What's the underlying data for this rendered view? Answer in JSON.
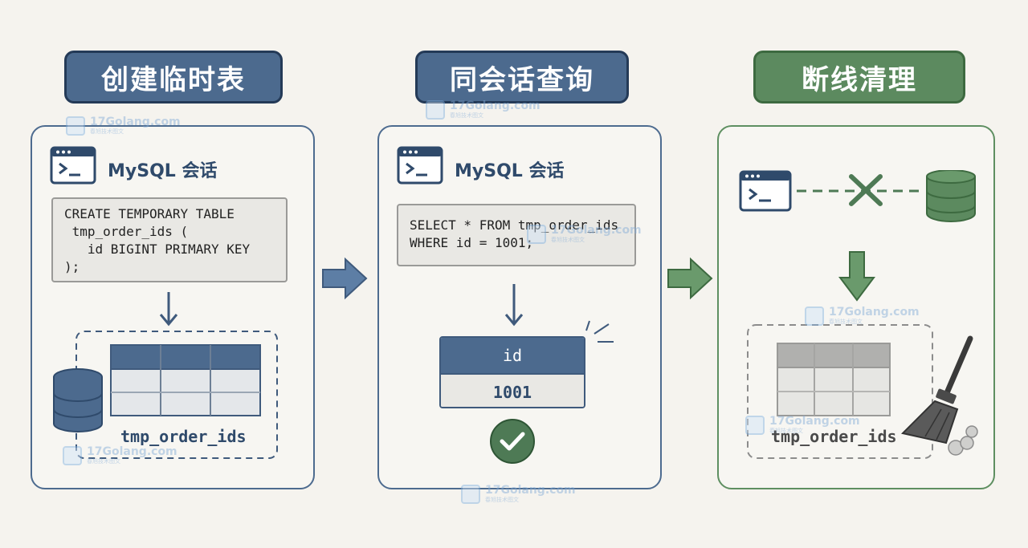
{
  "steps": [
    {
      "title": "创建临时表",
      "session_label": "MySQL 会话",
      "code": "CREATE TEMPORARY TABLE\n tmp_order_ids (\n   id BIGINT PRIMARY KEY\n);",
      "table_name": "tmp_order_ids"
    },
    {
      "title": "同会话查询",
      "session_label": "MySQL 会话",
      "code": "SELECT * FROM tmp_order_ids\nWHERE id = 1001;",
      "result_header": "id",
      "result_value": "1001"
    },
    {
      "title": "断线清理",
      "table_name": "tmp_order_ids"
    }
  ],
  "watermark": {
    "text": "17Golang.com",
    "subtext": "春旭技术图文"
  },
  "colors": {
    "blue": "#4c6a8e",
    "green": "#5c8a5f",
    "navy": "#2f4a6b"
  }
}
